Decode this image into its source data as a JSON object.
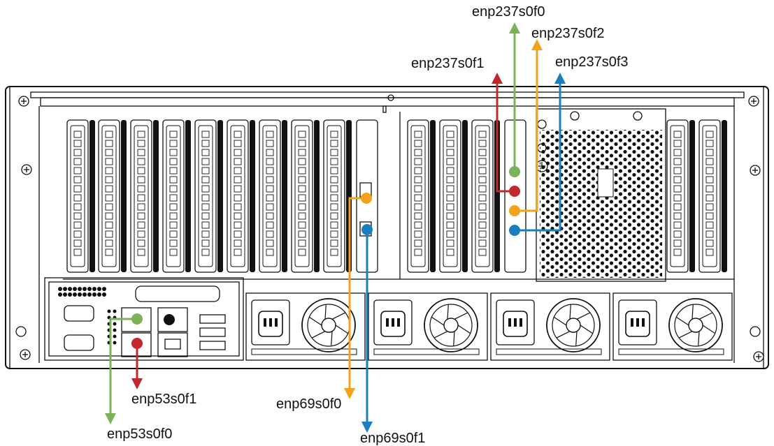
{
  "diagram": {
    "labels": {
      "enp237s0f0": "enp237s0f0",
      "enp237s0f1": "enp237s0f1",
      "enp237s0f2": "enp237s0f2",
      "enp237s0f3": "enp237s0f3",
      "enp53s0f0": "enp53s0f0",
      "enp53s0f1": "enp53s0f1",
      "enp69s0f0": "enp69s0f0",
      "enp69s0f1": "enp69s0f1"
    },
    "colors": {
      "green": "#7cb35a",
      "red": "#c0282d",
      "orange": "#f2a31b",
      "blue": "#1a7ec0",
      "outline": "#111111"
    }
  }
}
